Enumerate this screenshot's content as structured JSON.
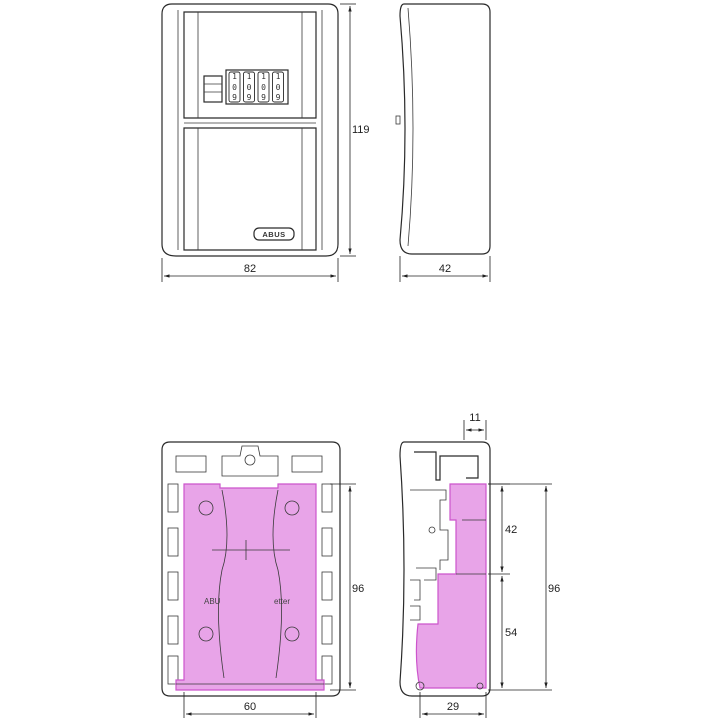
{
  "colors": {
    "body_fill": "#e8e8e8",
    "body_stroke": "#2a2a2a",
    "insert_fill": "#e8a4e8",
    "insert_stroke": "#cc55cc",
    "background": "#ffffff"
  },
  "front_view": {
    "dial_top_digits": [
      "1",
      "1",
      "1",
      "1"
    ],
    "dial_mid_digits": [
      "0",
      "0",
      "0",
      "0"
    ],
    "dial_bottom_digits": [
      "9",
      "9",
      "9",
      "9"
    ],
    "brand": "ABUS",
    "dim_height": "119",
    "dim_width": "82"
  },
  "side_view": {
    "dim_depth": "42"
  },
  "back_view": {
    "dim_height": "96",
    "dim_width": "60",
    "inner_text_left": "ABU",
    "inner_text_right": "etter"
  },
  "section_view": {
    "dim_top": "11",
    "dim_upper": "42",
    "dim_lower": "54",
    "dim_total": "96",
    "dim_depth": "29"
  }
}
